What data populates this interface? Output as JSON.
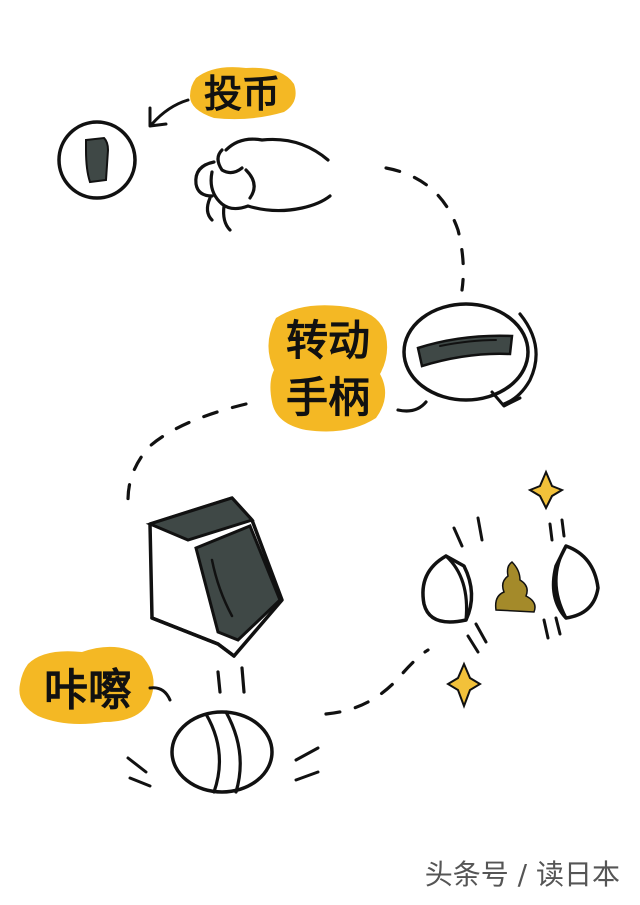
{
  "steps": {
    "insert_coin": "投币",
    "turn_handle_line1": "转动",
    "turn_handle_line2": "手柄",
    "sound": "咔嚓"
  },
  "watermark": "头条号 / 读日本",
  "colors": {
    "highlight": "#F4B824",
    "ink": "#111111",
    "machine_dark": "#3F4846",
    "poop": "#A48A2A",
    "sparkle": "#F2C13A"
  }
}
